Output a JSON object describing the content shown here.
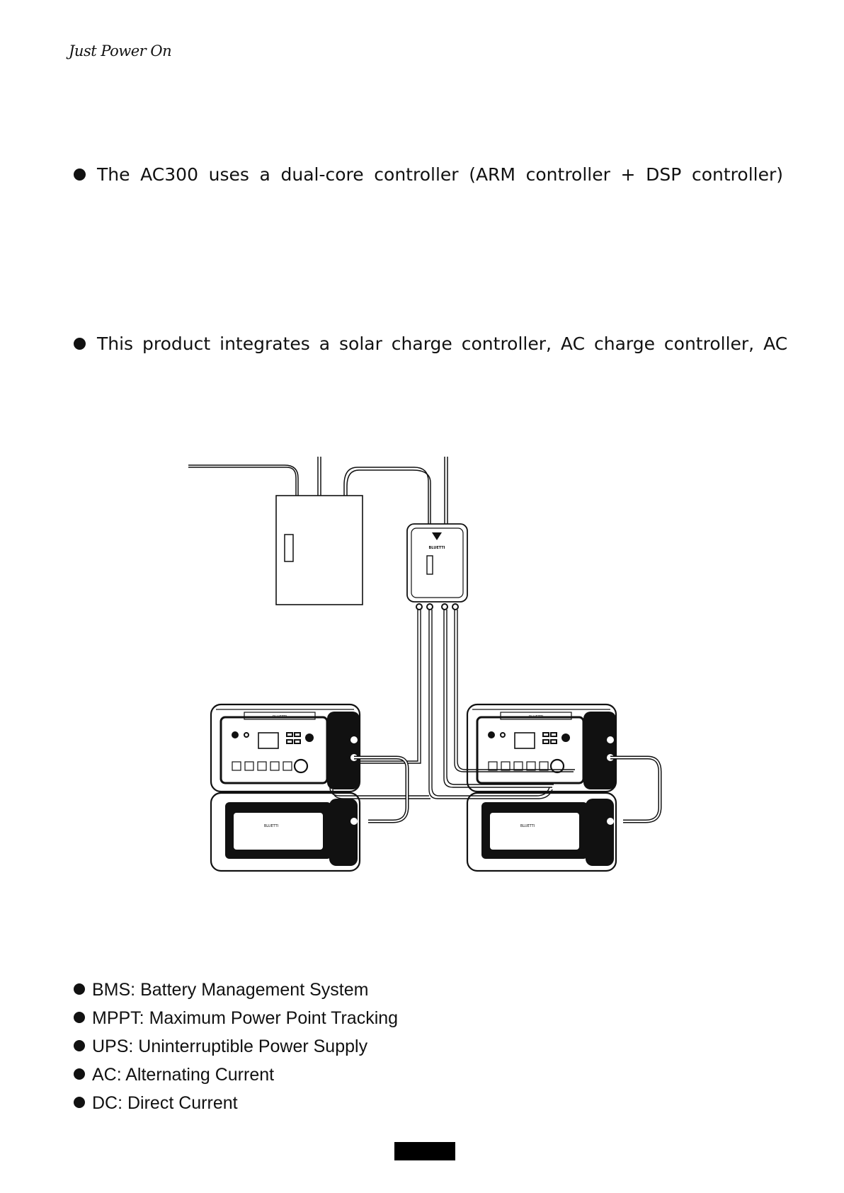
{
  "header": {
    "tagline": "Just Power On"
  },
  "paragraphs": [
    {
      "text": "The AC300 uses a dual-core controller (ARM controller + DSP controller)"
    },
    {
      "text": "This product integrates a solar charge controller, AC charge controller, AC"
    }
  ],
  "diagram": {
    "connection_box_logo": "BLUETTI",
    "unit_logo": "BLUETTI",
    "battery_logo": "BLUETTI"
  },
  "abbreviations": [
    {
      "text": "BMS: Battery Management System"
    },
    {
      "text": "MPPT: Maximum Power Point Tracking"
    },
    {
      "text": "UPS: Uninterruptible Power Supply"
    },
    {
      "text": "AC: Alternating Current"
    },
    {
      "text": "DC: Direct Current"
    }
  ]
}
